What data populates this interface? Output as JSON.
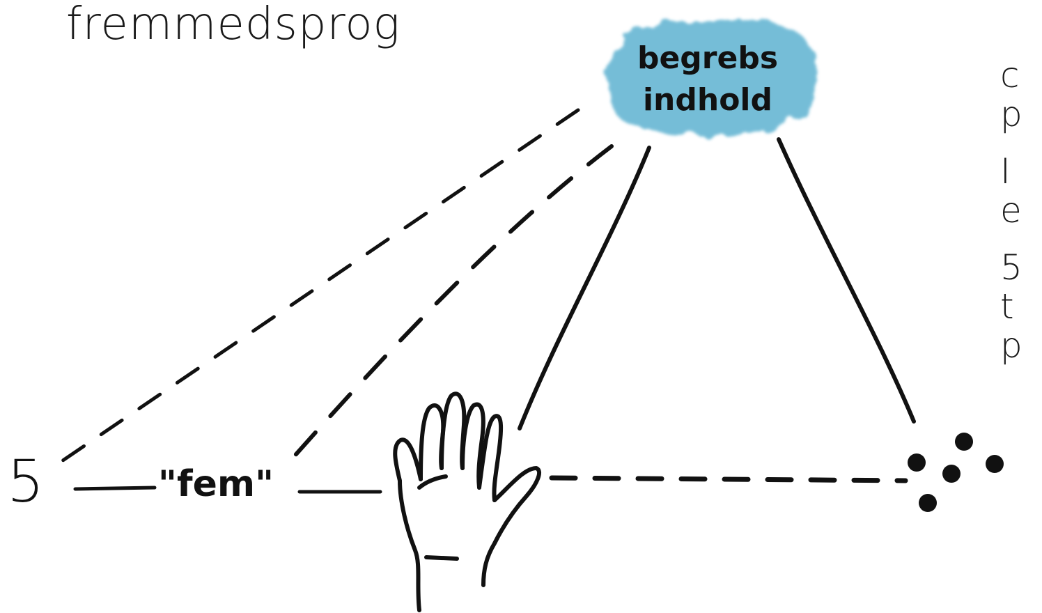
{
  "title": "fremmedsprog",
  "concept_cloud": {
    "line1": "begrebs",
    "line2": "indhold",
    "color": "#6ab8d4"
  },
  "left_numeral": "5",
  "spoken_word": "\"fem\"",
  "cut_off_text": {
    "lines": [
      "c",
      "p",
      "I",
      "e",
      "5",
      "t",
      "p"
    ]
  }
}
